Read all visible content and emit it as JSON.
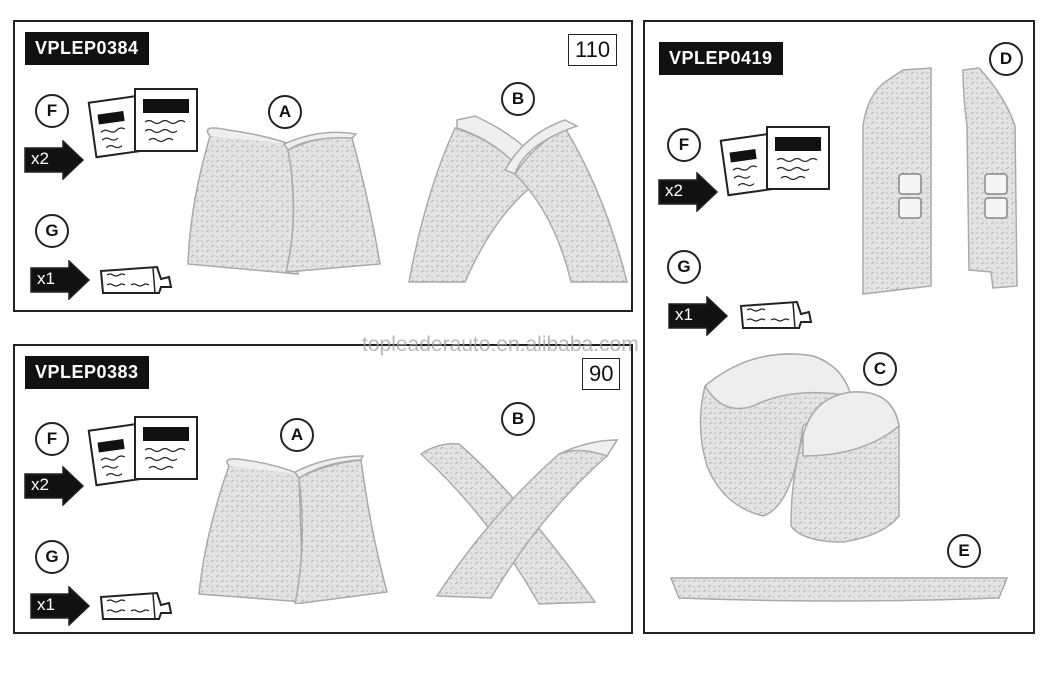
{
  "panels": {
    "p1": {
      "code": "VPLEP0384",
      "size": "110",
      "labels": {
        "f": "F",
        "g": "G",
        "a": "A",
        "b": "B"
      },
      "qty_f": "x2",
      "qty_g": "x1"
    },
    "p2": {
      "code": "VPLEP0383",
      "size": "90",
      "labels": {
        "f": "F",
        "g": "G",
        "a": "A",
        "b": "B"
      },
      "qty_f": "x2",
      "qty_g": "x1"
    },
    "p3": {
      "code": "VPLEP0419",
      "labels": {
        "f": "F",
        "g": "G",
        "c": "C",
        "d": "D",
        "e": "E"
      },
      "qty_f": "x2",
      "qty_g": "x1"
    }
  },
  "watermark": "topleaderauto.en.alibaba.com",
  "icons": {
    "wipes": "cleaning-wipes-icon",
    "tube": "adhesive-tube-icon",
    "arrow": "quantity-arrow-icon"
  },
  "colors": {
    "line": "#222222",
    "part_fill": "#e2e2e2",
    "badge_bg": "#111111"
  }
}
